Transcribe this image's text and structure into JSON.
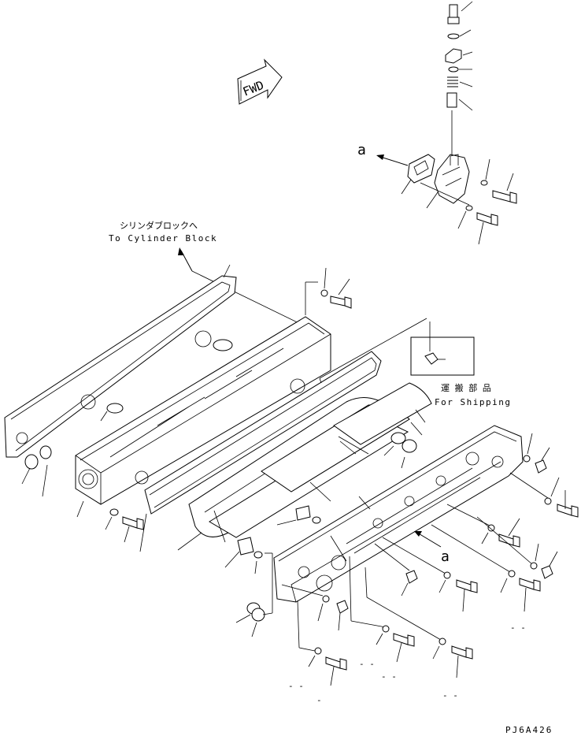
{
  "diagram": {
    "fwd_label": "FWD",
    "callout_a_top": "a",
    "callout_a_mid": "a",
    "cylinder_label_jp": "シリンダブロックへ",
    "cylinder_label_en": "To Cylinder Block",
    "shipping_label_jp": "運 搬 部 品",
    "shipping_label_en": "For Shipping",
    "figure_code": "PJ6A426",
    "dash_marks": [
      "- -",
      "- -",
      "- -",
      "- -",
      "- -",
      "-"
    ]
  }
}
